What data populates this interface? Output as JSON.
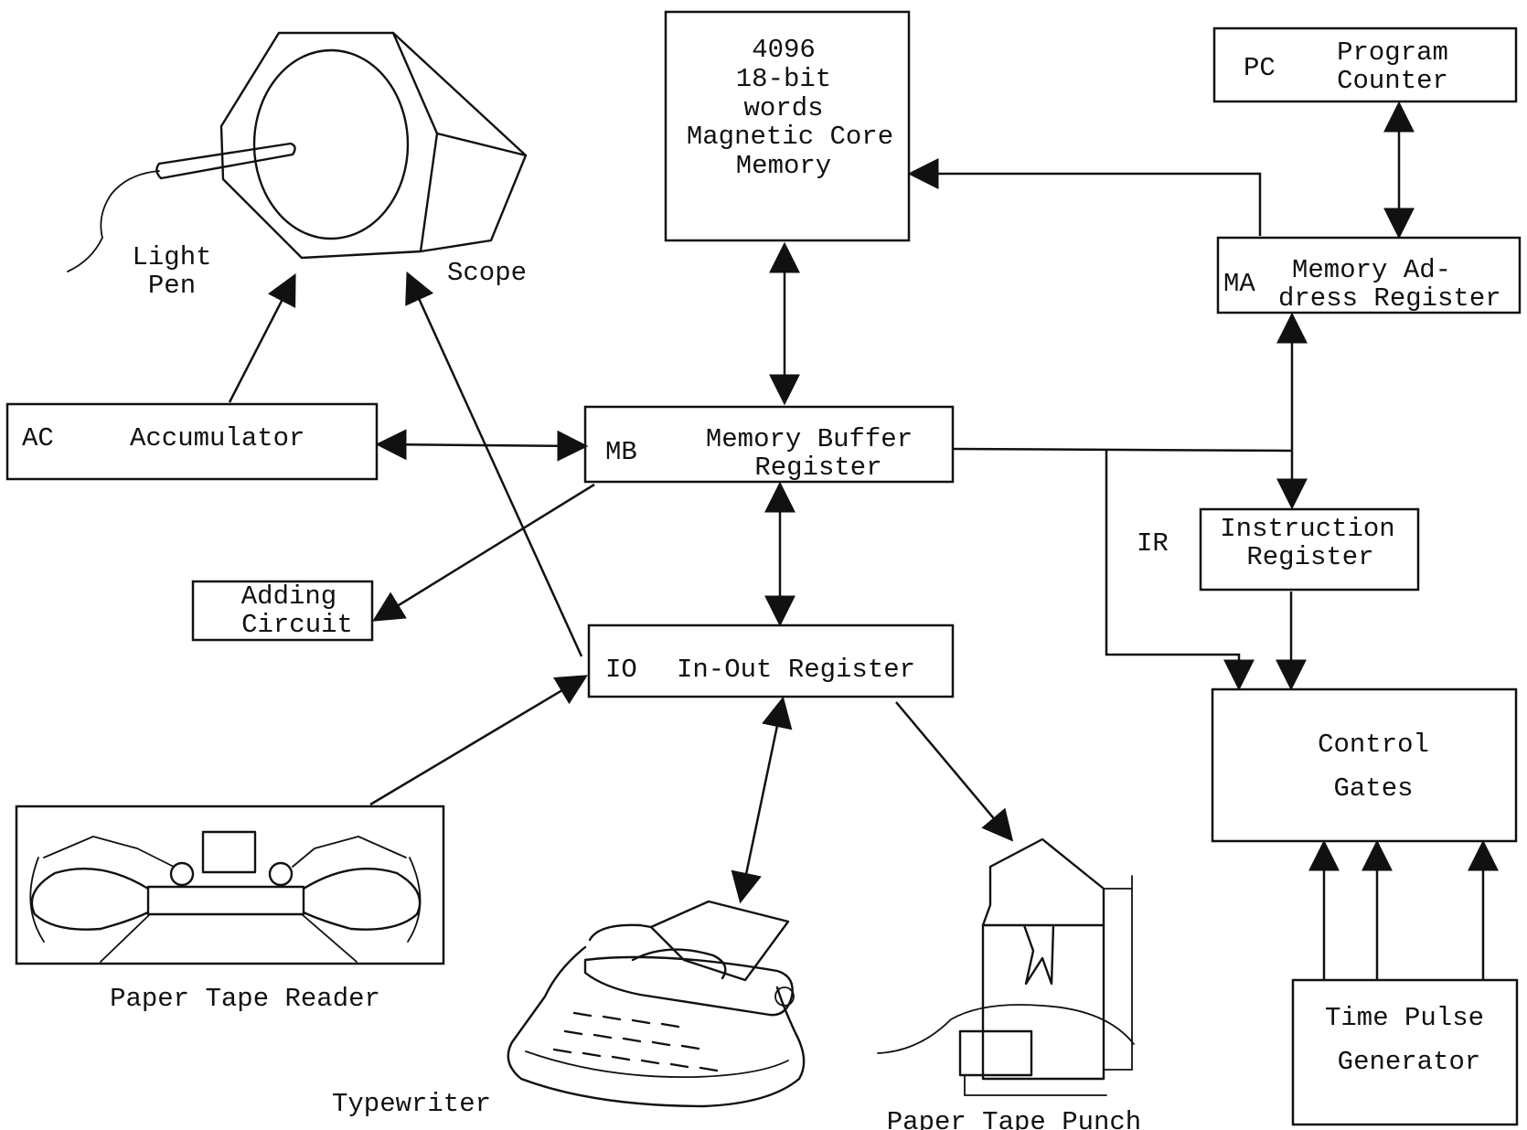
{
  "memory": {
    "l1": "4096",
    "l2": "18-bit",
    "l3": "words",
    "l4": "Magnetic Core",
    "l5": "Memory"
  },
  "pc": {
    "abbr": "PC",
    "l1": "Program",
    "l2": "Counter"
  },
  "ma": {
    "abbr": "MA",
    "l1": "Memory Ad-",
    "l2": "dress Register"
  },
  "ac": {
    "abbr": "AC",
    "name": "Accumulator"
  },
  "mb": {
    "abbr": "MB",
    "l1": "Memory Buffer",
    "l2": "Register"
  },
  "ir": {
    "abbr": "IR",
    "l1": "Instruction",
    "l2": "Register"
  },
  "adder": {
    "l1": "Adding",
    "l2": "Circuit"
  },
  "io": {
    "abbr": "IO",
    "name": "In-Out Register"
  },
  "control": {
    "l1": "Control",
    "l2": "Gates"
  },
  "tpg": {
    "l1": "Time Pulse",
    "l2": "Generator"
  },
  "devices": {
    "light_pen": {
      "l1": "Light",
      "l2": "Pen"
    },
    "scope": "Scope",
    "reader": "Paper Tape Reader",
    "typewriter": "Typewriter",
    "punch": "Paper Tape Punch"
  }
}
